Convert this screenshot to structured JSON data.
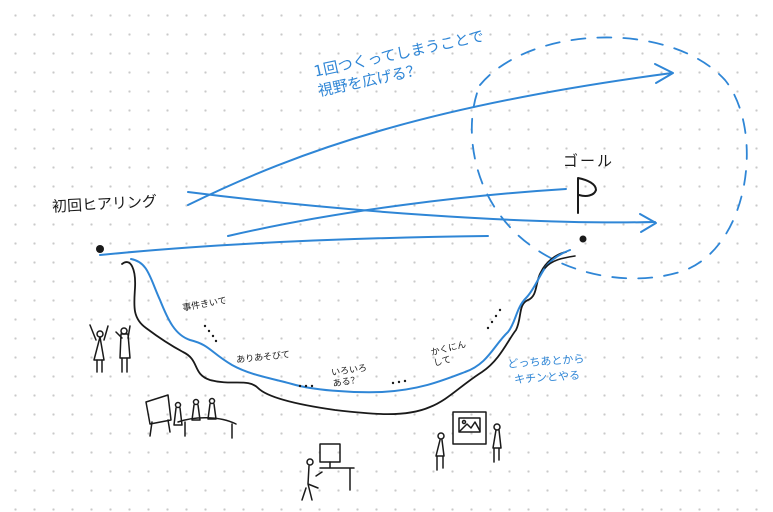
{
  "labels": {
    "first_hearing": "初回ヒアリング",
    "goal": "ゴール",
    "widen_view": "1回つくってしまうことで\n視野を広げる？",
    "incidents": "事件きいて",
    "there_is_this": "ありあそびて",
    "various": "いろいろ\nある？",
    "kind_of": "かくにん\nして",
    "fix_later": "どっちあとから\nキチンとやる"
  },
  "colors": {
    "ink": "#1a1a1a",
    "blue": "#2f86d6",
    "dot_grid": "#c9c9c9",
    "background": "#ffffff"
  }
}
